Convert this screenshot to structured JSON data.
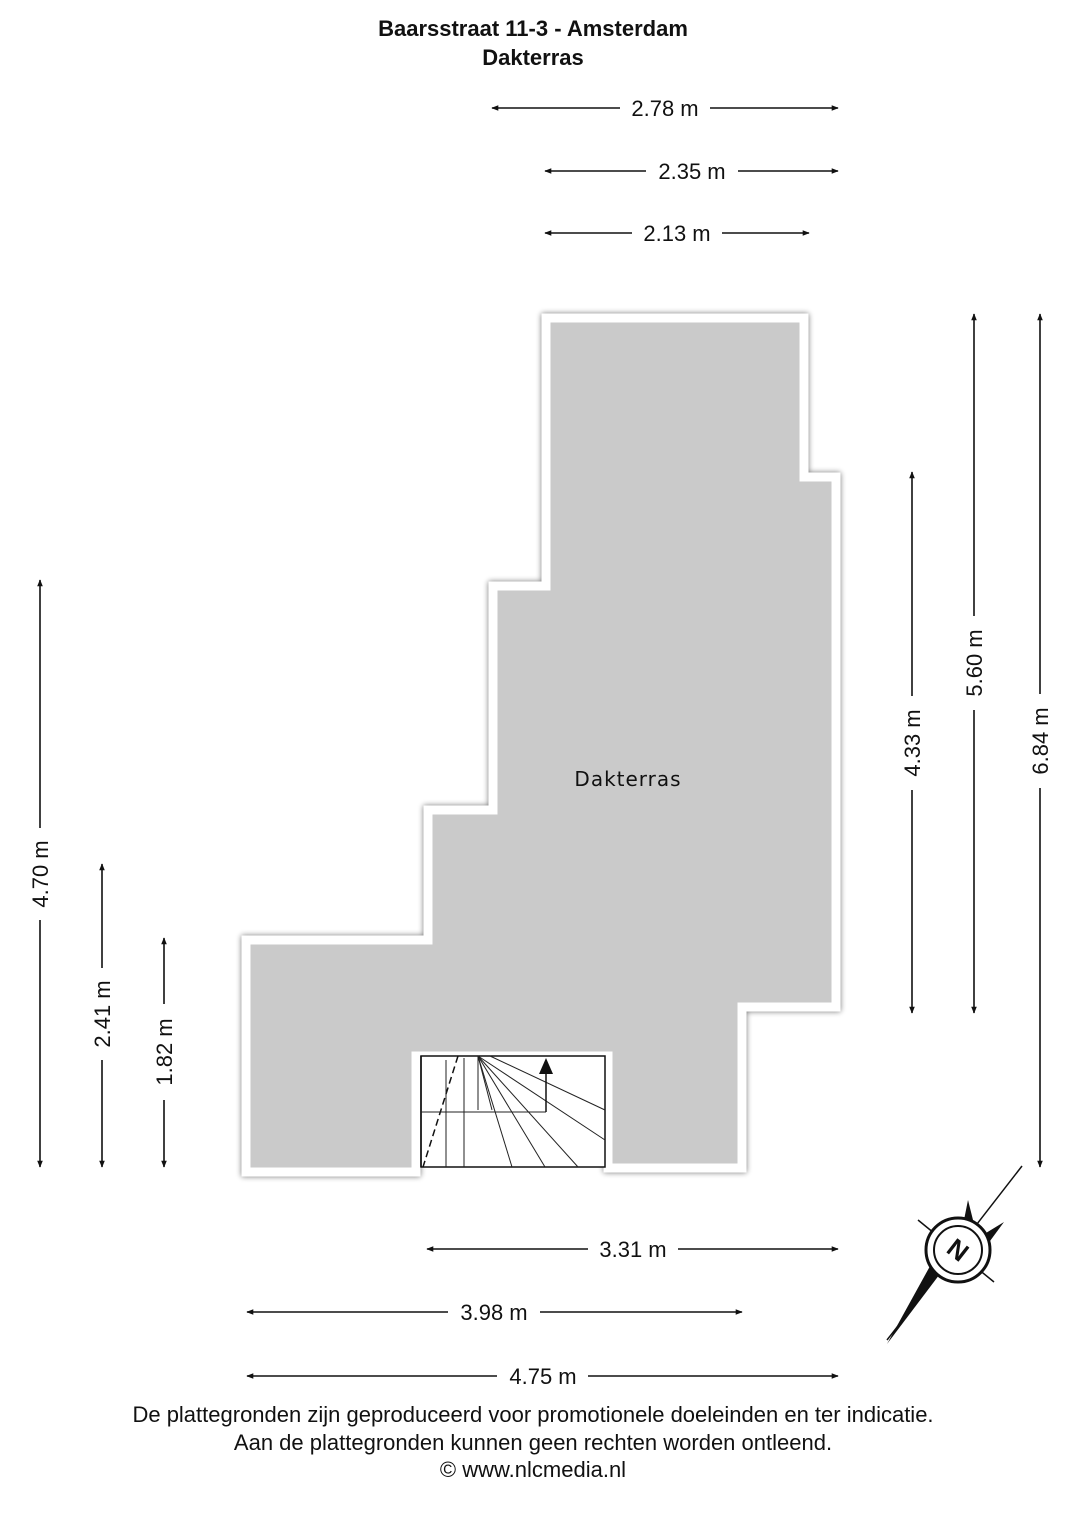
{
  "header": {
    "address": "Baarsstraat 11-3 - Amsterdam",
    "floor": "Dakterras"
  },
  "room": {
    "label": "Dakterras",
    "fill_color": "#cacaca"
  },
  "dimensions": {
    "top_1": "2.78 m",
    "top_2": "2.35 m",
    "top_3": "2.13 m",
    "bottom_1": "3.31 m",
    "bottom_2": "3.98 m",
    "bottom_3": "4.75 m",
    "left_1": "4.70 m",
    "left_2": "2.41 m",
    "left_3": "1.82 m",
    "right_1": "4.33 m",
    "right_2": "5.60 m",
    "right_3": "6.84 m"
  },
  "compass": {
    "letter": "N",
    "icon": "north-arrow-icon"
  },
  "footer": {
    "line1": "De plattegronden zijn geproduceerd voor promotionele doeleinden en ter indicatie.",
    "line2": "Aan de plattegronden kunnen geen rechten worden ontleend.",
    "line3": "© www.nlcmedia.nl"
  }
}
